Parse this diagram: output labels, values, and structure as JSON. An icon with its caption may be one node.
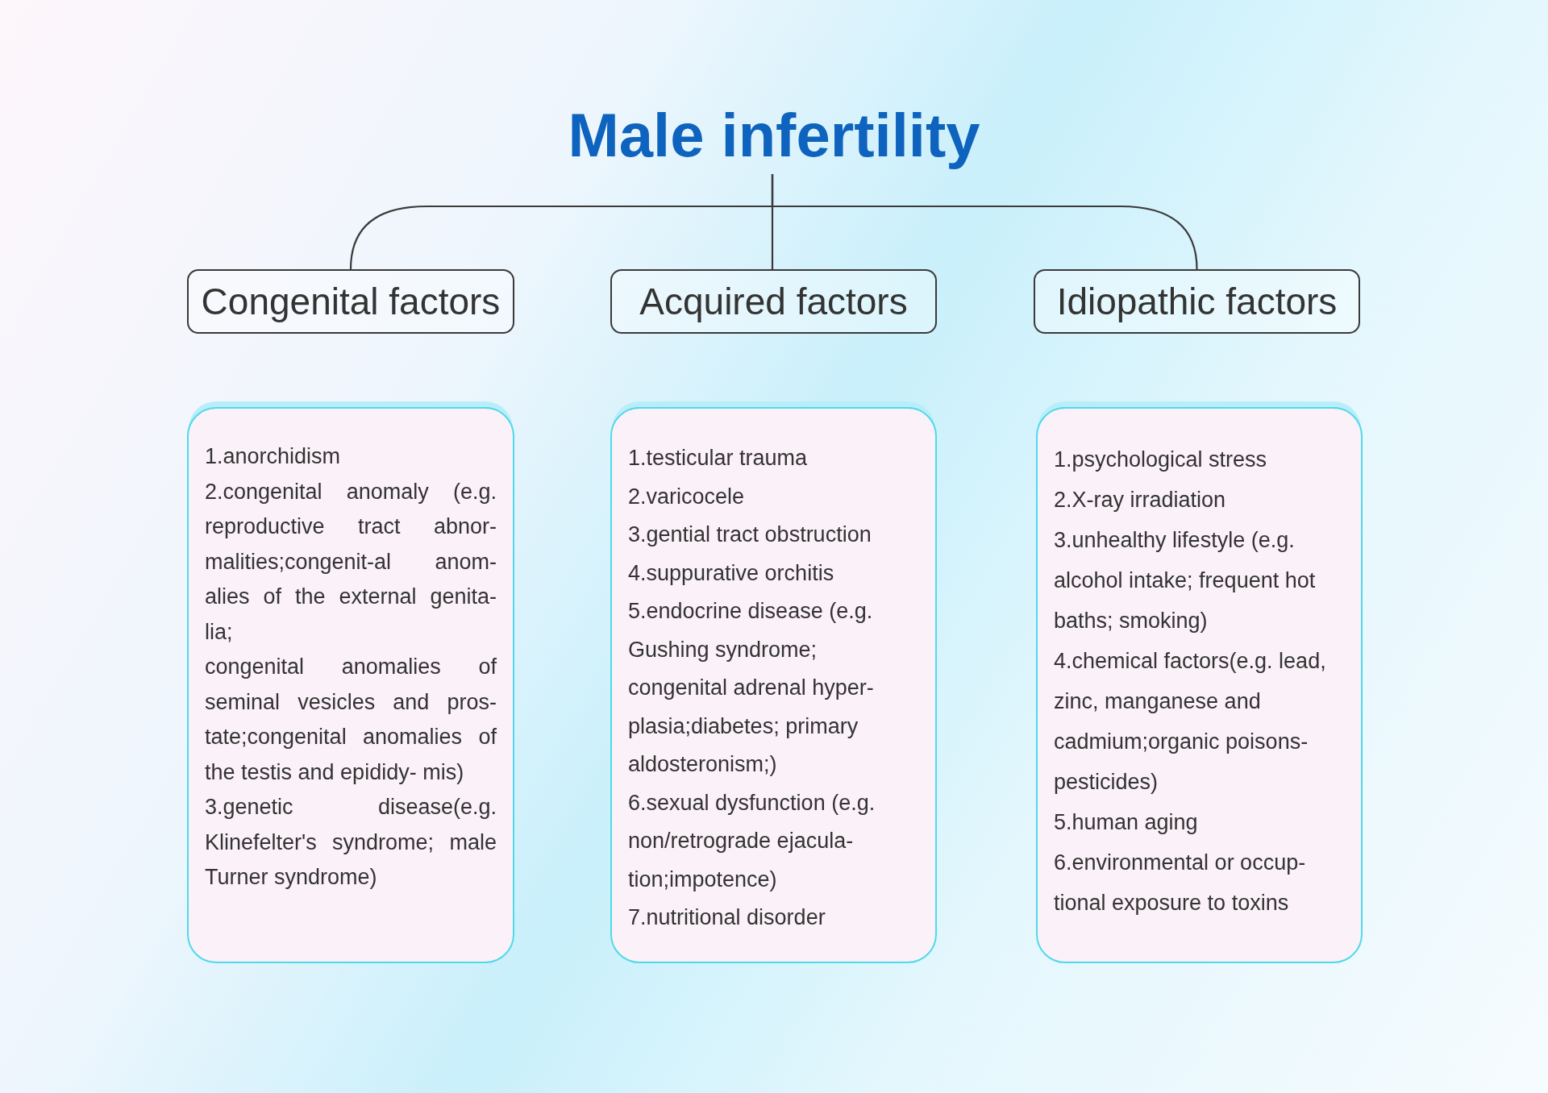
{
  "diagram": {
    "nodes": [
      {
        "text": [
          "Male infertility"
        ]
      },
      {
        "text": [
          "Congenital factors"
        ]
      },
      {
        "text": [
          "Acquired factors"
        ]
      },
      {
        "text": [
          "Idiopathic factors"
        ]
      },
      {
        "text": [
          "1.anorchidism",
          "2.congenital anomaly (e.g. reproductive tract abnor- malities;congenit-al anom- alies of the external genita- lia;",
          "congenital anomalies of seminal vesicles and pros- tate;congenital anomalies of the testis and epididy- mis)",
          "3.genetic disease(e.g. Klinefelter's syndrome; male Turner syndrome)"
        ]
      },
      {
        "text": [
          "1.testicular trauma",
          "2.varicocele",
          "3.gential tract obstruction",
          "4.suppurative orchitis",
          "5.endocrine disease (e.g. Gushing syndrome; congenital adrenal hyper- plasia;diabetes; primary aldosteronism;)",
          "6.sexual dysfunction (e.g. non/retrograde ejacula- tion;impotence)",
          "7.nutritional disorder"
        ]
      },
      {
        "text": [
          "1.psychological stress",
          "2.X-ray irradiation",
          "3.unhealthy lifestyle (e.g. alcohol intake; frequent hot baths; smoking)",
          "4.chemical factors(e.g. lead, zinc, manganese and cadmium;organic poisons- pesticides)",
          "5.human aging",
          "6.environmental or occup- tional exposure to toxins"
        ]
      }
    ],
    "edges": [
      {
        "from": 0,
        "to": 1,
        "arrow": "none"
      },
      {
        "from": 0,
        "to": 2,
        "arrow": "none"
      },
      {
        "from": 0,
        "to": 3,
        "arrow": "none"
      }
    ]
  }
}
